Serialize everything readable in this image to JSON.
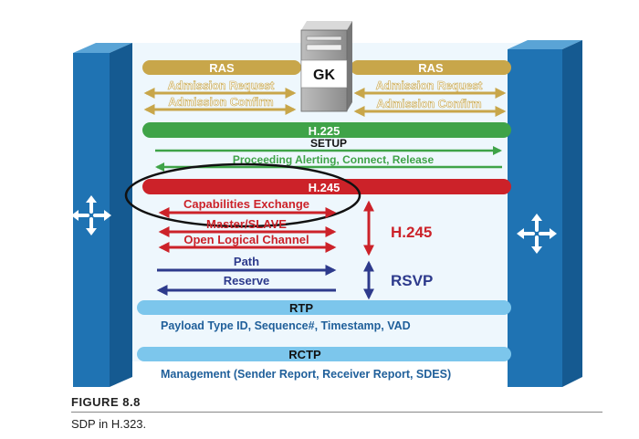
{
  "diagram": {
    "gatekeeper_label": "GK",
    "ras_left": "RAS",
    "ras_right": "RAS",
    "admission_request_left": "Admission Request",
    "admission_confirm_left": "Admission Confirm",
    "admission_request_right": "Admission Request",
    "admission_confirm_right": "Admission Confirm",
    "h225_label": "H.225",
    "setup_label": "SETUP",
    "proceeding_label": "Proceeding Alerting, Connect, Release",
    "h245_bar_label": "H.245",
    "capabilities_label": "Capabilities Exchange",
    "master_slave_label": "Master/SLAVE",
    "open_channel_label": "Open Logical Channel",
    "path_label": "Path",
    "reserve_label": "Reserve",
    "h245_side_label": "H.245",
    "rsvp_side_label": "RSVP",
    "rtp_label": "RTP",
    "rtp_desc": "Payload Type ID, Sequence#, Timestamp, VAD",
    "rctp_label": "RCTP",
    "rctp_desc": "Management (Sender Report, Receiver Report, SDES)"
  },
  "caption": {
    "figure_label": "FIGURE 8.8",
    "figure_text": "SDP in H.323."
  },
  "colors": {
    "endpoint_blue": "#1f73b3",
    "ras_gold": "#c8a64a",
    "h225_green": "#3fa348",
    "h245_red": "#cc2229",
    "rsvp_navy": "#2d3a8c",
    "rtp_lightblue": "#7cc6ec"
  }
}
